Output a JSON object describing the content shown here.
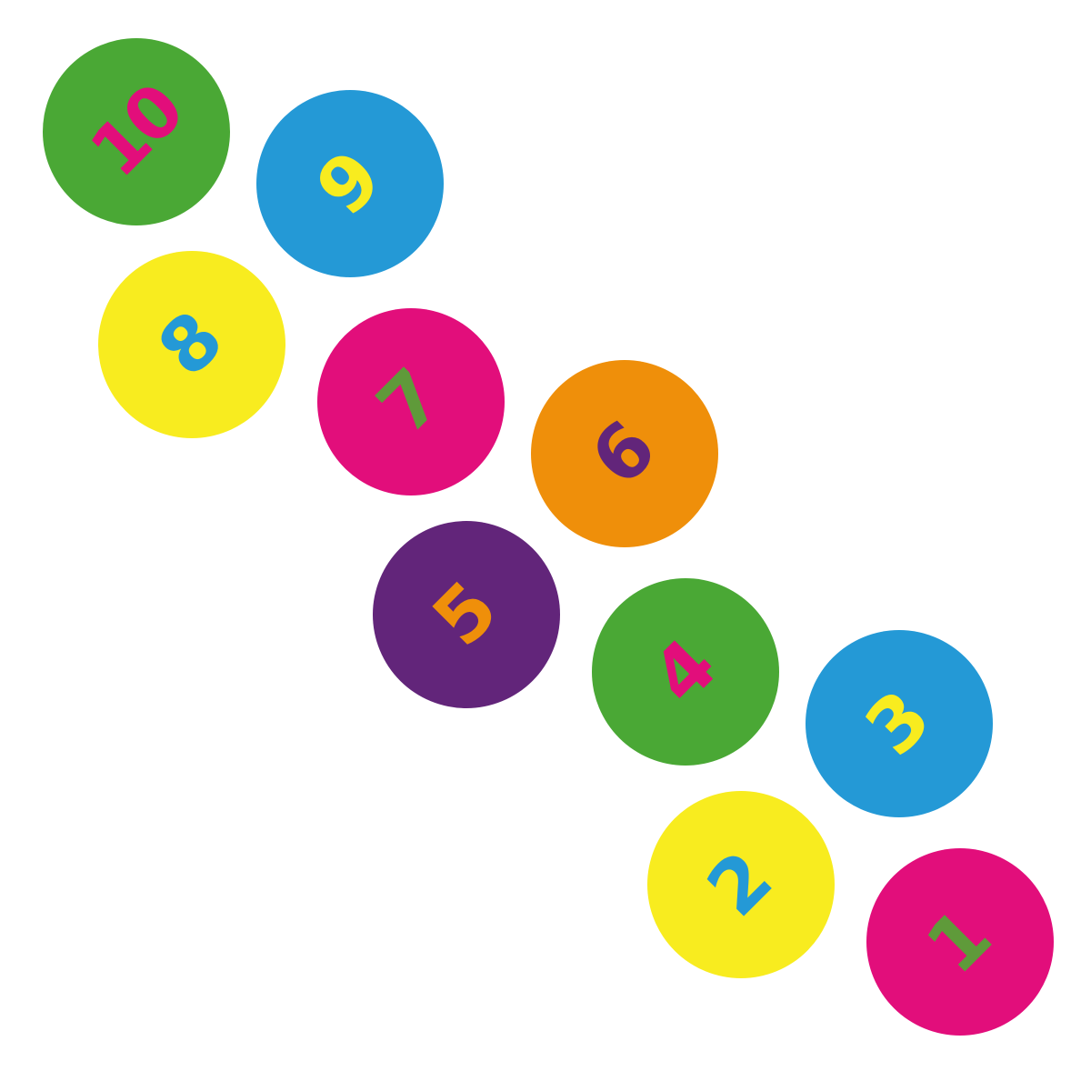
{
  "spots": [
    {
      "label": "10",
      "fill": "#4aa835",
      "text_color": "#e20e7b"
    },
    {
      "label": "9",
      "fill": "#2499d6",
      "text_color": "#f8ec1f"
    },
    {
      "label": "8",
      "fill": "#f8ec1f",
      "text_color": "#2499d6"
    },
    {
      "label": "7",
      "fill": "#e20e7b",
      "text_color": "#5f9a3a"
    },
    {
      "label": "6",
      "fill": "#ef8f0a",
      "text_color": "#62257a"
    },
    {
      "label": "5",
      "fill": "#62257a",
      "text_color": "#ef8f0a"
    },
    {
      "label": "4",
      "fill": "#4aa835",
      "text_color": "#e20e7b"
    },
    {
      "label": "3",
      "fill": "#2499d6",
      "text_color": "#f8ec1f"
    },
    {
      "label": "2",
      "fill": "#f8ec1f",
      "text_color": "#2499d6"
    },
    {
      "label": "1",
      "fill": "#e20e7b",
      "text_color": "#5f9a3a"
    }
  ]
}
